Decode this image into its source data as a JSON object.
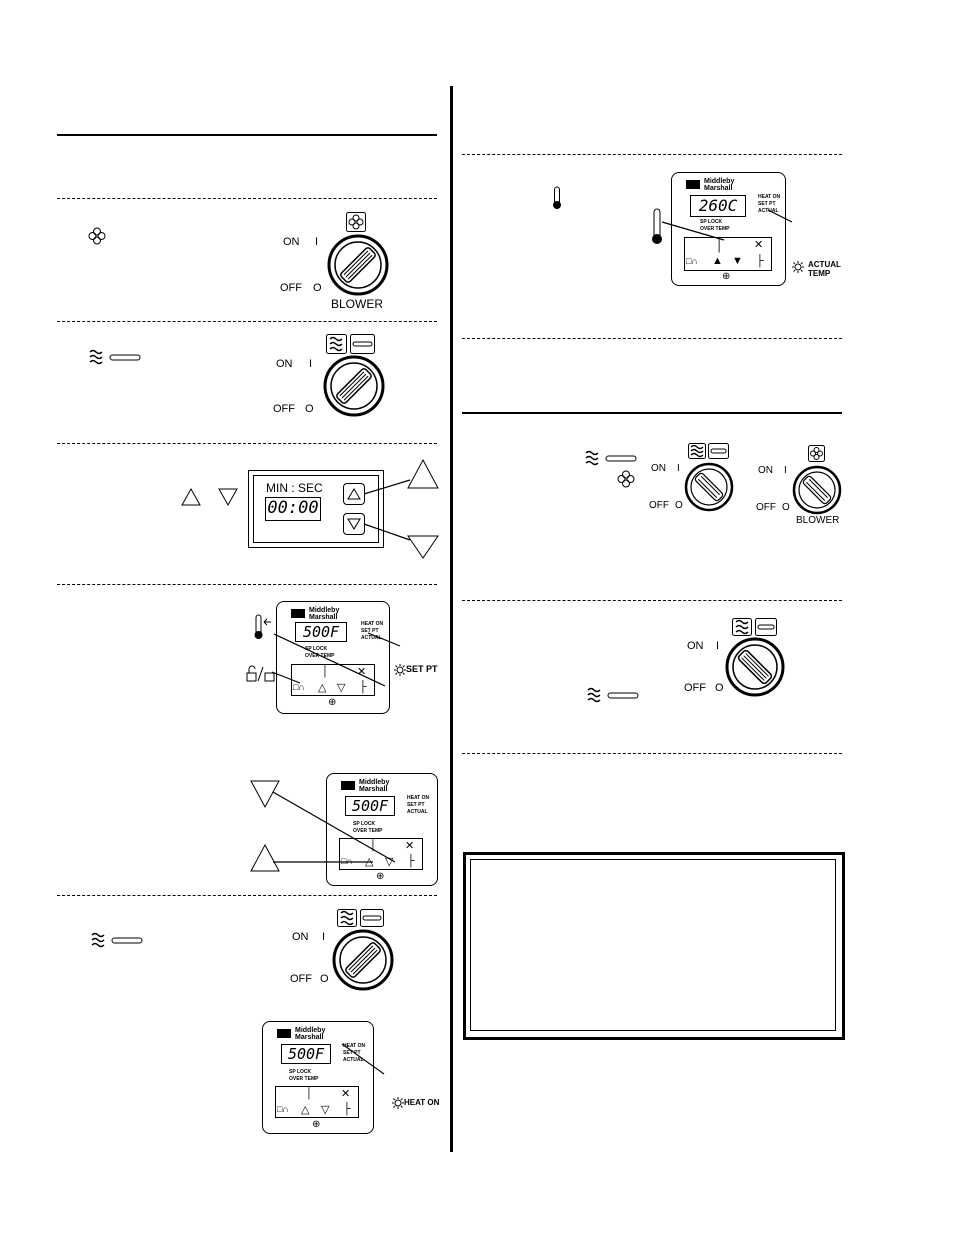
{
  "labels": {
    "on": "ON",
    "off": "OFF",
    "on_mark": "I",
    "off_mark": "O",
    "blower": "BLOWER"
  },
  "timer": {
    "header": "MIN : SEC",
    "value": "00:00"
  },
  "controller": {
    "brand_line1": "Middleby",
    "brand_line2": "Marshall",
    "heat_on": "HEAT ON",
    "set_pt": "SET PT",
    "actual": "ACTUAL",
    "temp": "TEMP",
    "sp_lock": "SP LOCK",
    "over_temp": "OVER TEMP"
  },
  "displays": {
    "top_right": "260C",
    "setpoint_1": "500F",
    "setpoint_2": "500F",
    "heat_on_panel": "500F"
  },
  "indicators": {
    "actual_temp_1": "ACTUAL",
    "actual_temp_2": "TEMP",
    "set_pt": "SET PT",
    "heat_on": "HEAT ON"
  },
  "icons": [
    "blower-icon",
    "heat-icon",
    "thermometer-icon",
    "lock-icon",
    "arrow-up-icon",
    "arrow-down-icon"
  ]
}
